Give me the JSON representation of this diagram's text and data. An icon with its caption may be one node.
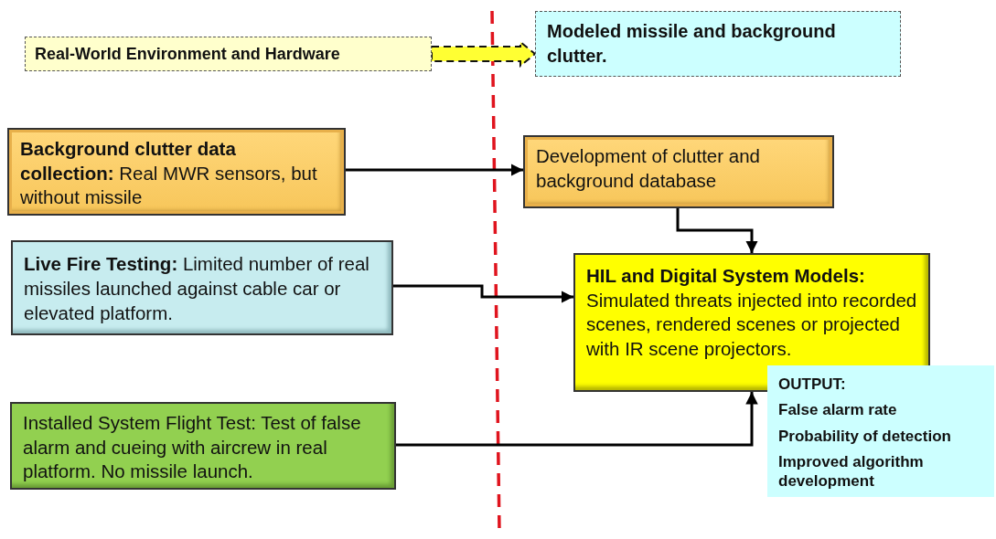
{
  "diagram": {
    "nodes": [
      {
        "text": [
          "Real-World Environment and Hardware"
        ]
      },
      {
        "text": [
          "Modeled missile and background clutter."
        ]
      },
      {
        "text": [
          "**Background clutter data collection:** Real MWR sensors, but without missile"
        ]
      },
      {
        "text": [
          "Development of clutter and background database"
        ]
      },
      {
        "text": [
          "**Live Fire Testing:** Limited number of real missiles launched against cable car or elevated platform."
        ]
      },
      {
        "text": [
          "HIL and Digital System Models:",
          "Simulated threats injected into recorded scenes, rendered scenes or projected with IR scene projectors."
        ]
      },
      {
        "text": [
          "Installed System Flight Test: Test of false alarm and cueing with aircrew in real platform. No missile launch."
        ]
      },
      {
        "text": [
          "OUTPUT:",
          "False alarm rate",
          "Probability of detection",
          "Improved algorithm development"
        ]
      }
    ],
    "edges": [
      {
        "from": 0,
        "to": 1,
        "arrow": "to",
        "style": "dashed",
        "color": "#ffff33"
      },
      {
        "from": 2,
        "to": 3,
        "arrow": "to"
      },
      {
        "from": 3,
        "to": 5,
        "arrow": "to"
      },
      {
        "from": 4,
        "to": 5,
        "arrow": "to"
      },
      {
        "from": 6,
        "to": 5,
        "arrow": "to"
      }
    ]
  }
}
